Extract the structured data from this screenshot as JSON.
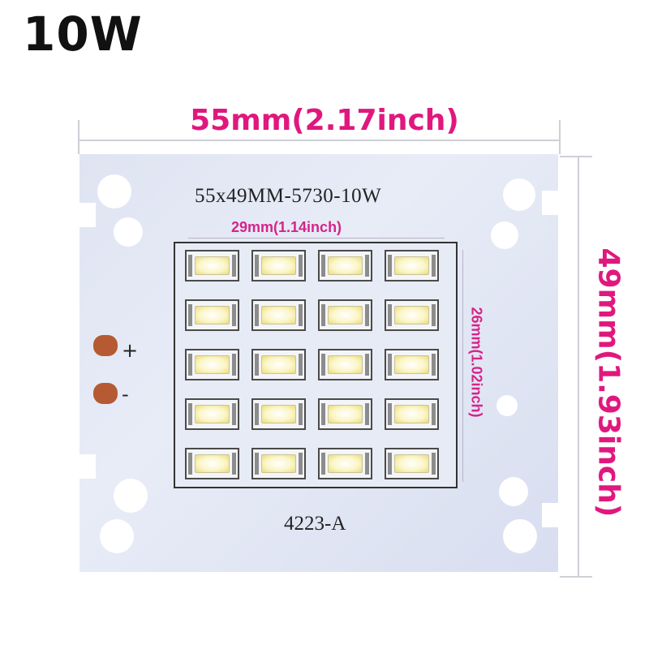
{
  "title": "10W",
  "dimensions": {
    "width_label": "55mm(2.17inch)",
    "height_label": "49mm(1.93inch)",
    "led_area_width_label": "29mm(1.14inch)",
    "led_area_height_label": "26mm(1.02inch)"
  },
  "board": {
    "model_text": "55x49MM-5730-10W",
    "code_text": "4223-A",
    "terminals": {
      "positive": "+",
      "negative": "-"
    },
    "led_rows": 5,
    "led_cols": 4
  },
  "colors": {
    "accent": "#e0187e",
    "board": "#dfe4f2",
    "pad": "#b55a32"
  }
}
